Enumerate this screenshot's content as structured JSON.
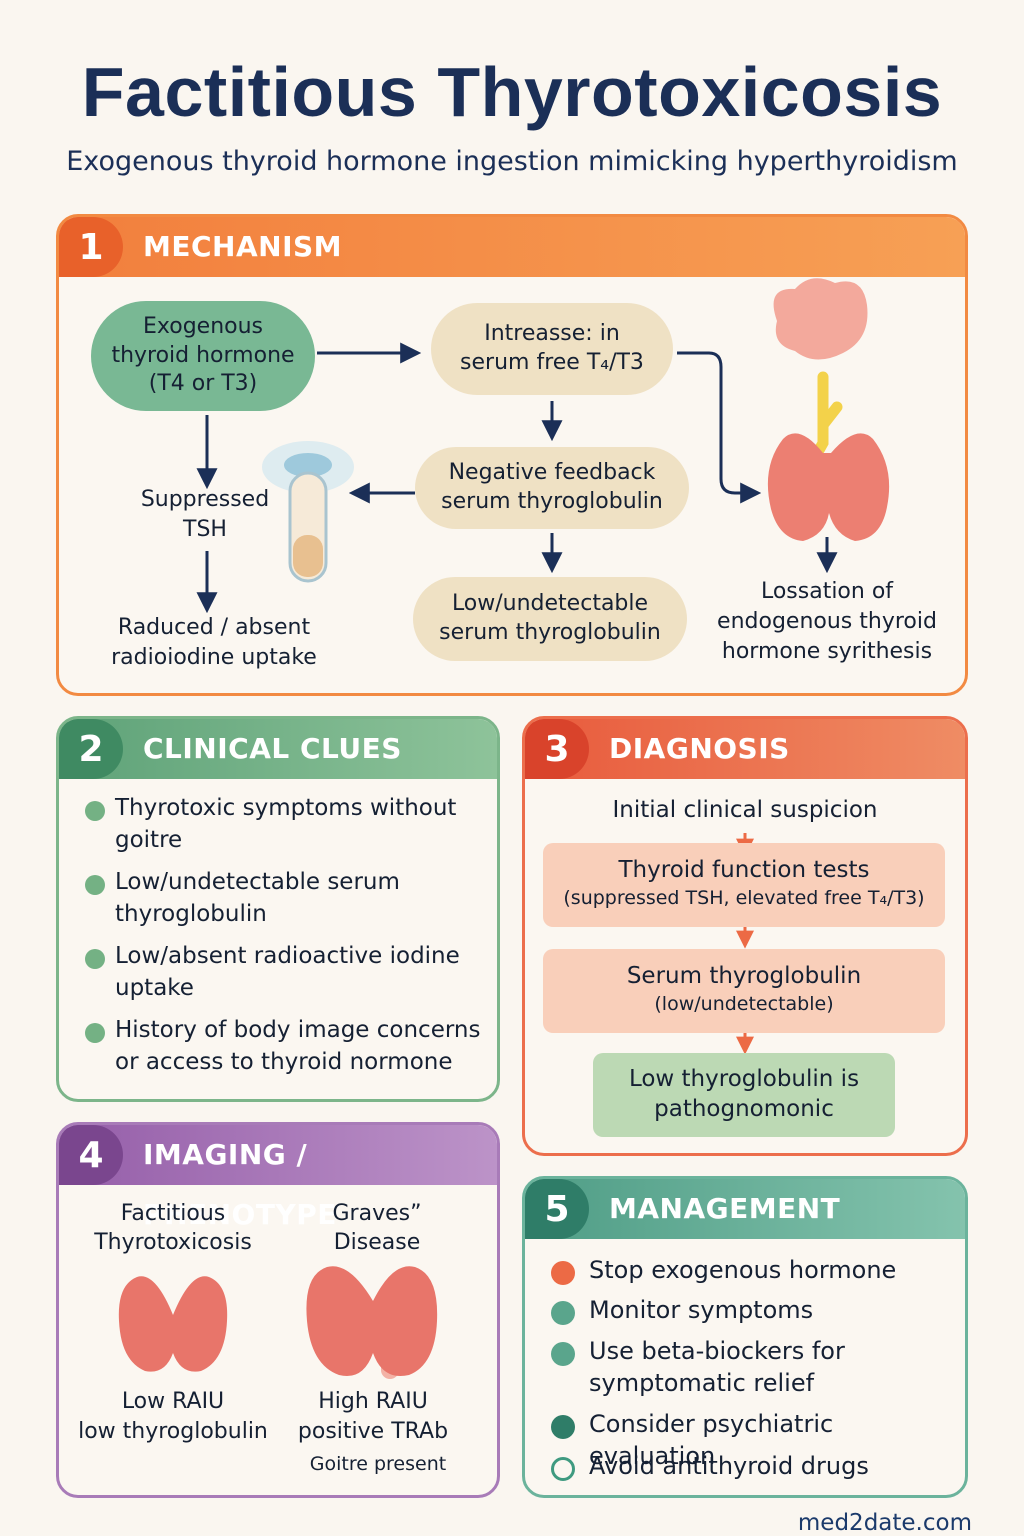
{
  "title": "Factitious Thyrotoxicosis",
  "subtitle": "Exogenous thyroid hormone ingestion mimicking hyperthyroidism",
  "mechanism": {
    "number": "1",
    "heading": "MECHANISM",
    "exogenous": "Exogenous\nthyroid hormone\n(T4 or T3)",
    "increase": "Intreasse: in\nserum free T₄/T3",
    "feedback": "Negative feedback\nserum thyroglobulin",
    "lowtg": "Low/undetectable\nserum thyroglobulin",
    "tsh": "Suppressed\nTSH",
    "raiu": "Raduced / absent\nradioiodine uptake",
    "cessation": "Lossation of\nendogenous thyroid\nhormone syrithesis"
  },
  "clues": {
    "number": "2",
    "heading": "CLINICAL CLUES",
    "items": [
      "Thyrotoxic symptoms without goitre",
      "Low/undetectable serum thyroglobulin",
      "Low/absent radioactive iodine uptake",
      "History of body image concerns or access to thyroid normone"
    ]
  },
  "diagnosis": {
    "number": "3",
    "heading": "DIAGNOSIS",
    "suspicion": "Initial clinical suspicion",
    "tft_title": "Thyroid function tests",
    "tft_detail": "(suppressed TSH, elevated free T₄/T3)",
    "tg_title": "Serum thyroglobulin",
    "tg_detail": "(low/undetectable)",
    "conclusion": "Low thyroglobulin is\npathognomonic"
  },
  "imaging": {
    "number": "4",
    "heading": "IMAGING / PHENOTYPE",
    "left_title": "Factitious\nThyrotoxicosis",
    "left_detail": "Low RAIU\nlow thyroglobulin",
    "right_title": "Graves”\nDisease",
    "right_detail": "High RAIU\npositive TRAb",
    "right_extra": "Goitre present"
  },
  "management": {
    "number": "5",
    "heading": "MANAGEMENT",
    "items": [
      {
        "text": "Stop exogenous hormone",
        "icon": "stop-icon",
        "color": "#ec6a45"
      },
      {
        "text": "Monitor symptoms",
        "icon": "monitor-icon",
        "color": "#5aa58c"
      },
      {
        "text": "Use beta-biockers for symptomatic relief",
        "icon": "pill-icon",
        "color": "#5aa58c"
      },
      {
        "text": "Consider psychiatric evaluation",
        "icon": "head-icon",
        "color": "#2f7d68"
      },
      {
        "text": "Avoid antithyroid drugs",
        "icon": "ban-icon",
        "color": "#3f9a80"
      }
    ]
  },
  "footer": "med2date.com"
}
